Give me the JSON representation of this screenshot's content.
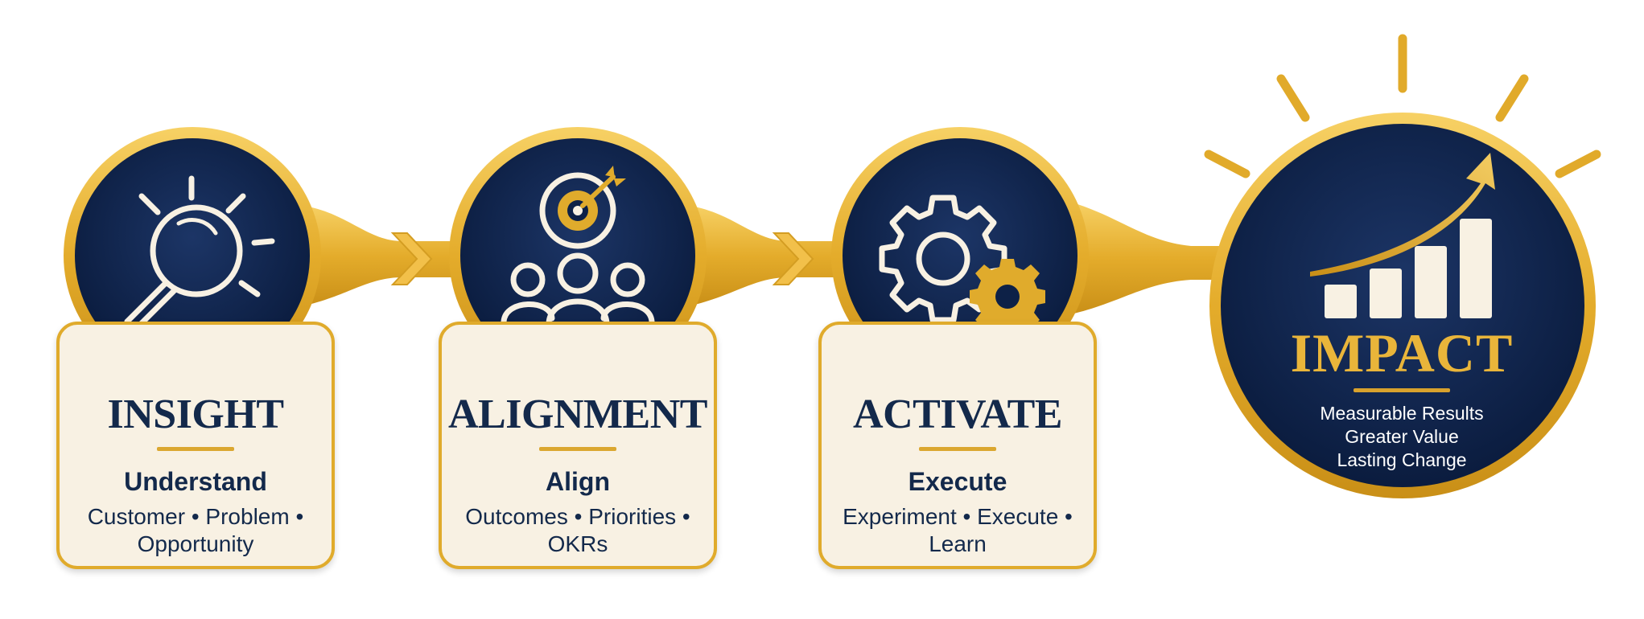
{
  "steps": [
    {
      "title": "INSIGHT",
      "subtitle": "Understand",
      "details_line1": "Customer • Problem •",
      "details_line2": "Opportunity",
      "icon": "magnifying-glass-icon"
    },
    {
      "title": "ALIGNMENT",
      "subtitle": "Align",
      "details_line1": "Outcomes • Priorities •",
      "details_line2": "OKRs",
      "icon": "target-team-icon"
    },
    {
      "title": "ACTIVATE",
      "subtitle": "Execute",
      "details_line1": "Experiment • Execute •",
      "details_line2": "Learn",
      "icon": "gears-icon"
    }
  ],
  "impact": {
    "title": "IMPACT",
    "lines": [
      "Measurable Results",
      "Greater Value",
      "Lasting Change"
    ],
    "icon": "growth-chart-icon"
  },
  "colors": {
    "navy": "#0d2147",
    "gold": "#e0ab2c",
    "cream": "#f8f1e3",
    "text_navy": "#13294b"
  }
}
